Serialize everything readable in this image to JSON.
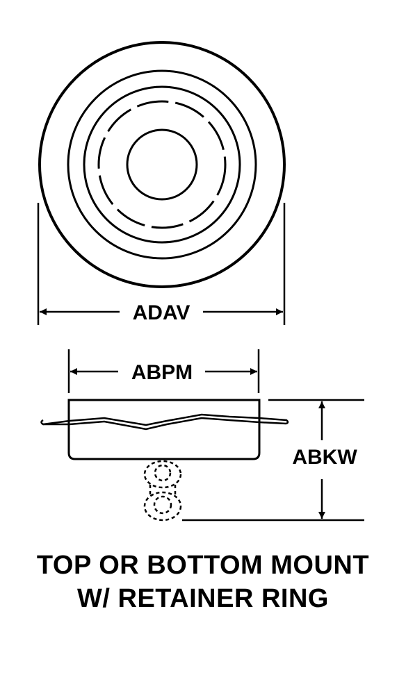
{
  "dimensions": {
    "outer_diameter": "ADAV",
    "body_diameter": "ABPM",
    "height": "ABKW"
  },
  "caption": {
    "line1": "TOP OR BOTTOM MOUNT",
    "line2": "W/ RETAINER RING"
  }
}
